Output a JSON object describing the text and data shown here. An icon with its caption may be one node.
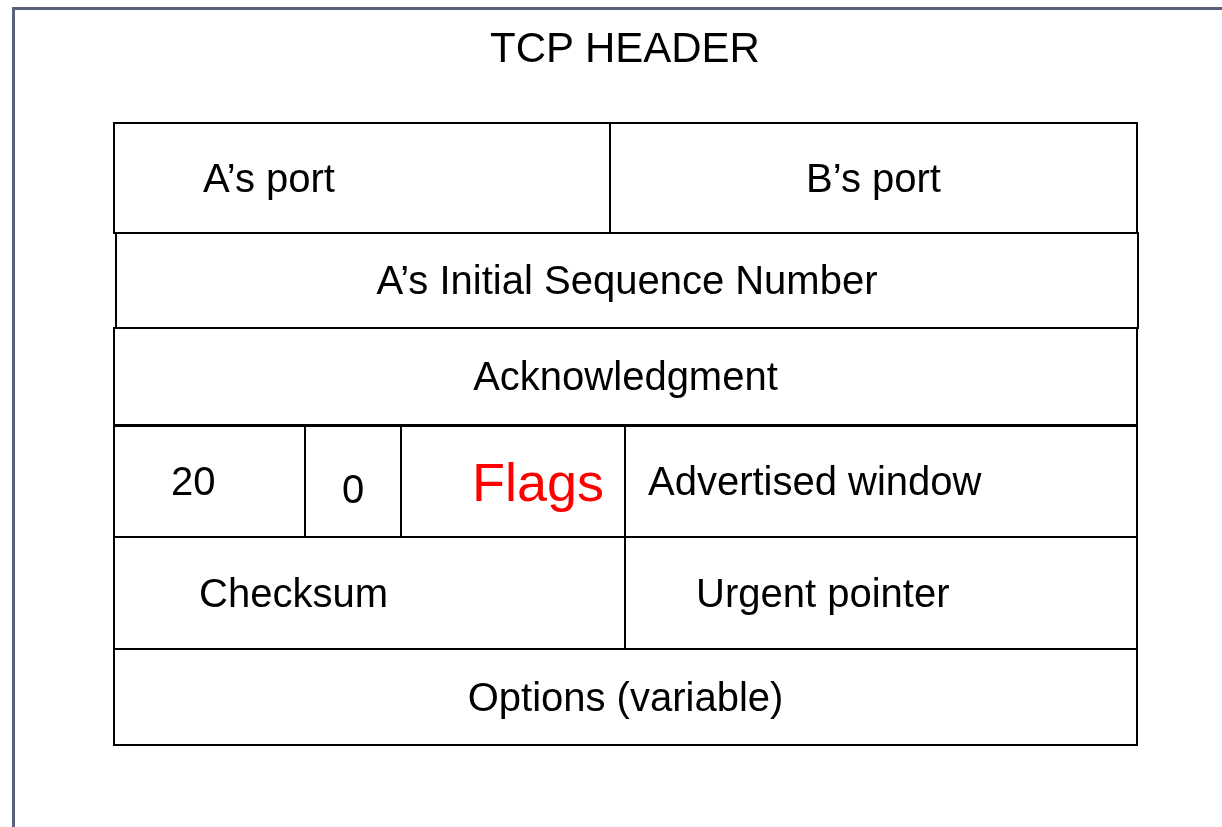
{
  "diagram": {
    "title": "TCP HEADER",
    "labels": [
      "A’s port",
      "B’s port",
      "A’s Initial Sequence Number",
      "Acknowledgment",
      "20",
      "0",
      "Flags",
      "Advertised window",
      "Checksum",
      "Urgent pointer",
      "Options (variable)"
    ]
  }
}
